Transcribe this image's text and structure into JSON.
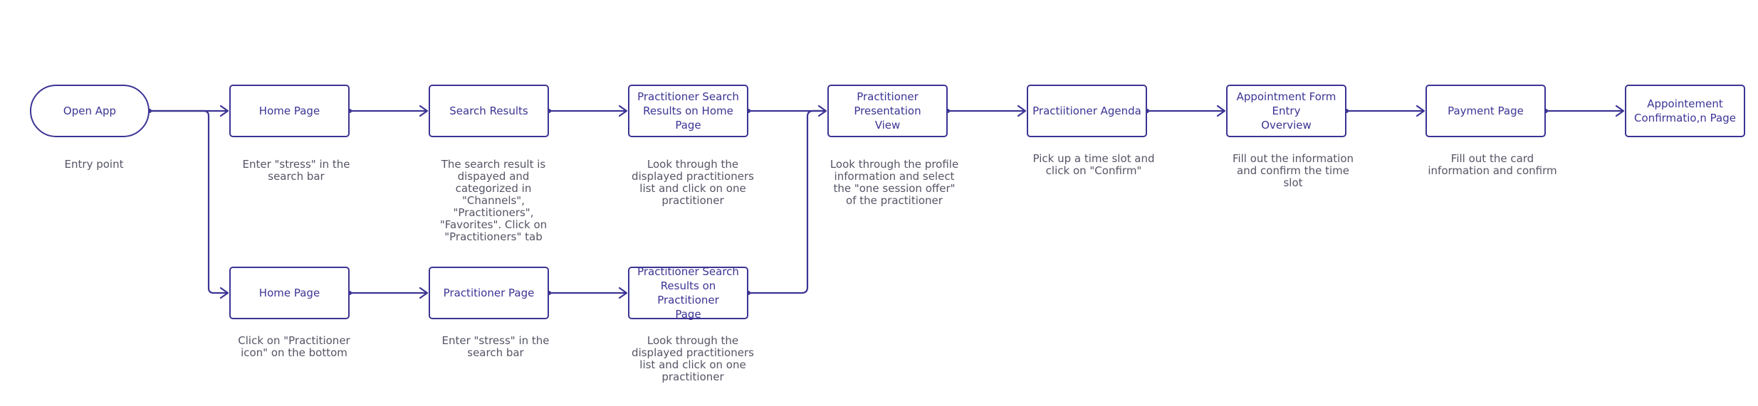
{
  "colors": {
    "stroke": "#3c3494",
    "note_text": "#555566",
    "background": "#ffffff"
  },
  "nodes": {
    "open_app": "Open App",
    "home_page_top": "Home Page",
    "search_results": "Search Results",
    "search_results_home": "Practitioner Search\nResults on Home Page",
    "presentation_view": "Practitioner Presentation\nView",
    "agenda": "Practiitioner Agenda",
    "appointment_form": "Appointment Form Entry\nOverview",
    "payment_page": "Payment Page",
    "confirmation_page": "Appointement\nConfirmatio,n Page",
    "home_page_bottom": "Home Page",
    "practitioner_page": "Practitioner Page",
    "search_results_practitioner": "Practitioner Search\nResults on Practitioner\nPage"
  },
  "notes": {
    "entry_point": "Entry point",
    "enter_stress_top": "Enter \"stress\" in the\nsearch bar",
    "search_result_info": "The search result is\ndispayed and\ncategorized in\n\"Channels\",\n\"Practitioners\",\n\"Favorites\". Click on\n\"Practitioners\" tab",
    "look_through_top": "Look through the\ndisplayed practitioners\nlist and click on one\npractitioner",
    "look_profile": "Look through the profile\ninformation and select\nthe \"one session offer\"\nof the practitioner",
    "pick_time_slot": "Pick up a time slot and\nclick on \"Confirm\"",
    "fill_info": "Fill out the information\nand confirm the time\nslot",
    "fill_card": "Fill out the card\ninformation and confirm",
    "click_practitioner_icon": "Click on \"Practitioner\nicon\" on the bottom",
    "enter_stress_bottom": "Enter \"stress\" in the\nsearch bar",
    "look_through_bottom": "Look through the\ndisplayed practitioners\nlist and click on one\npractitioner"
  }
}
